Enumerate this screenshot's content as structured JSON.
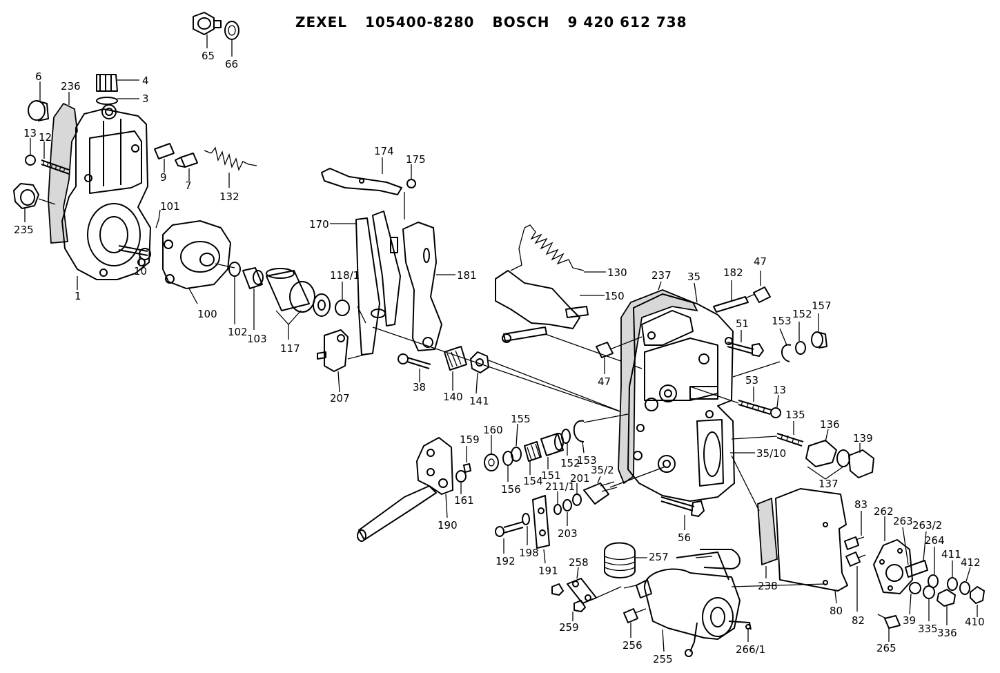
{
  "title": {
    "brand1": "ZEXEL",
    "number1": "105400-8280",
    "brand2": "BOSCH",
    "number2": "9 420 612 738"
  },
  "labels": {
    "p65": "65",
    "p66": "66",
    "p6": "6",
    "p236": "236",
    "p4": "4",
    "p3": "3",
    "p13a": "13",
    "p12": "12",
    "p9": "9",
    "p7": "7",
    "p132": "132",
    "p235": "235",
    "p101": "101",
    "p1": "1",
    "p10": "10",
    "p100": "100",
    "p102": "102",
    "p103": "103",
    "p117": "117",
    "p118_1": "118/1",
    "p174": "174",
    "p175": "175",
    "p170": "170",
    "p181": "181",
    "p207": "207",
    "p38": "38",
    "p140": "140",
    "p141": "141",
    "p130": "130",
    "p150": "150",
    "p237": "237",
    "p35": "35",
    "p182": "182",
    "p47a": "47",
    "p51": "51",
    "p153a": "153",
    "p152a": "152",
    "p157": "157",
    "p47b": "47",
    "p53": "53",
    "p13b": "13",
    "p135": "135",
    "p136": "136",
    "p139": "139",
    "p35_10": "35/10",
    "p137": "137",
    "p159": "159",
    "p160": "160",
    "p155": "155",
    "p161": "161",
    "p156": "156",
    "p154": "154",
    "p151": "151",
    "p152b": "152",
    "p153b": "153",
    "p35_2": "35/2",
    "p201": "201",
    "p211_1": "211/1",
    "p203": "203",
    "p190": "190",
    "p192": "192",
    "p198": "198",
    "p191": "191",
    "p56": "56",
    "p83": "83",
    "p262": "262",
    "p263": "263",
    "p263_2": "263/2",
    "p264": "264",
    "p411": "411",
    "p412": "412",
    "p257": "257",
    "p258": "258",
    "p259": "259",
    "p238": "238",
    "p80": "80",
    "p82": "82",
    "p39": "39",
    "p335": "335",
    "p336": "336",
    "p410": "410",
    "p256": "256",
    "p255": "255",
    "p266_1": "266/1",
    "p265": "265"
  }
}
